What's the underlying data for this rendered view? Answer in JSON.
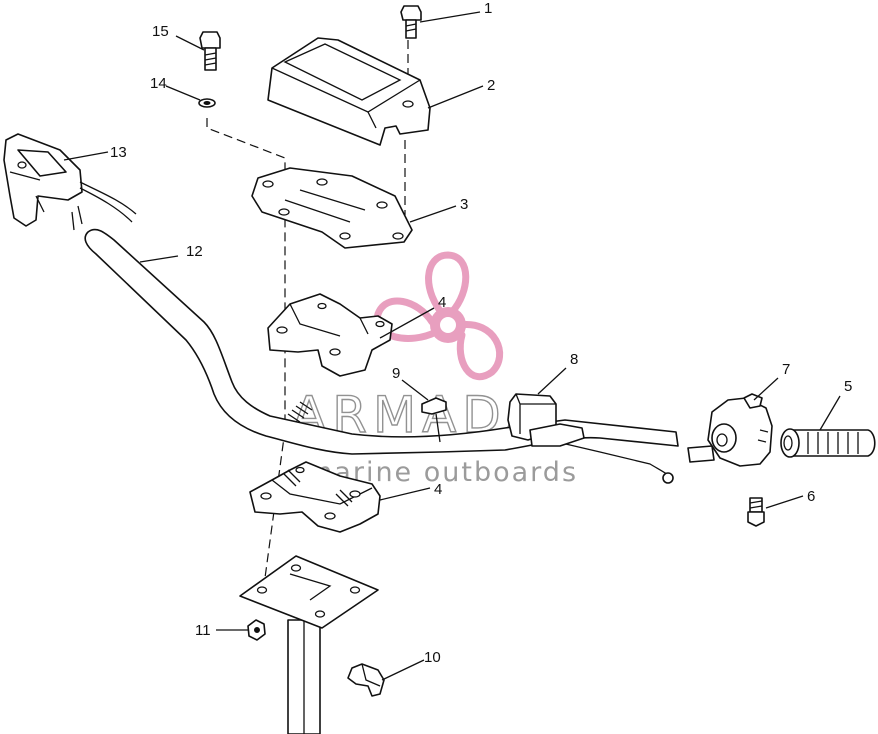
{
  "watermark": {
    "brand": "ARMADA",
    "tagline": "marine outboards",
    "logo_color": "#e58fb4"
  },
  "callouts": [
    {
      "id": "1",
      "part": "bolt-top"
    },
    {
      "id": "2",
      "part": "handlebar-cover"
    },
    {
      "id": "3",
      "part": "mount-plate"
    },
    {
      "id": "4",
      "part": "upper-clamp"
    },
    {
      "id": "5",
      "part": "grip"
    },
    {
      "id": "6",
      "part": "throttle-screw"
    },
    {
      "id": "7",
      "part": "throttle-housing"
    },
    {
      "id": "8",
      "part": "switch-block"
    },
    {
      "id": "9",
      "part": "spacer-block"
    },
    {
      "id": "10",
      "part": "cable-clamp"
    },
    {
      "id": "11",
      "part": "nut"
    },
    {
      "id": "12",
      "part": "handlebar"
    },
    {
      "id": "13",
      "part": "brake-lever-assembly"
    },
    {
      "id": "14",
      "part": "washer"
    },
    {
      "id": "15",
      "part": "bolt-left"
    },
    {
      "id": "4",
      "part": "lower-clamp"
    }
  ]
}
